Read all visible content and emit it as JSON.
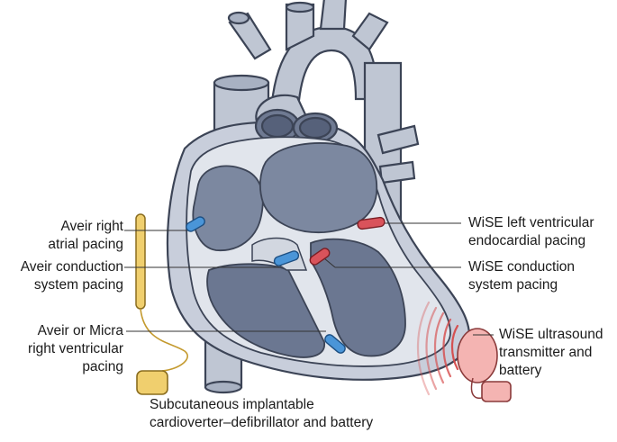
{
  "labels": {
    "aveir_atrial": [
      "Aveir right",
      "atrial pacing"
    ],
    "aveir_conduction": [
      "Aveir conduction",
      "system pacing"
    ],
    "aveir_micra": [
      "Aveir or Micra",
      "right ventricular",
      "pacing"
    ],
    "subq_icd": [
      "Subcutaneous implantable",
      "cardioverter–defibrillator and battery"
    ],
    "wise_lv": [
      "WiSE left ventricular",
      "endocardial pacing"
    ],
    "wise_conduction": [
      "WiSE conduction",
      "system pacing"
    ],
    "wise_transmitter": [
      "WiSE ultrasound",
      "transmitter and",
      "battery"
    ]
  },
  "colors": {
    "heart_outer": "#c3c9d5",
    "heart_wall": "#dfe3ea",
    "chamber": "#76829a",
    "chamber_dark": "#5d6882",
    "outline": "#3c4456",
    "aveir_blue": "#4a95d8",
    "wise_red": "#d9535b",
    "icd_yellow": "#f0cf6e",
    "transmitter_pink": "#f4b4b2",
    "wave_red": "#d64a4a"
  }
}
